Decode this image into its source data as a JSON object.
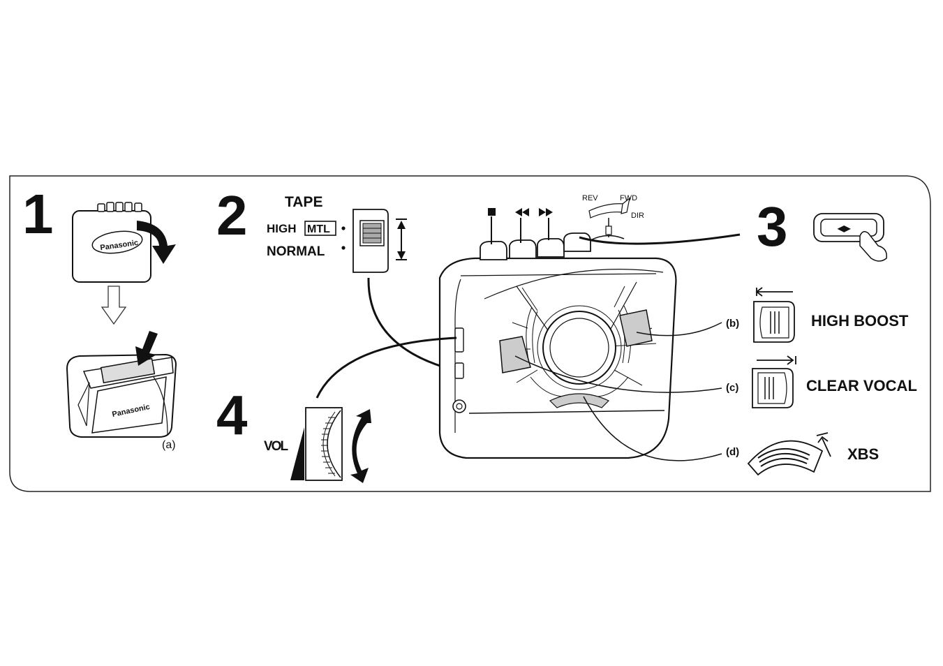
{
  "steps": {
    "step1": "1",
    "step2": "2",
    "step3": "3",
    "step4": "4"
  },
  "step1": {
    "brand_top": "Panasonic",
    "brand_bottom": "Panasonic",
    "callout_a": "(a)"
  },
  "step2": {
    "tape_title": "TAPE",
    "high": "HIGH",
    "mtl": "MTL",
    "normal": "NORMAL"
  },
  "controls": {
    "rev": "REV",
    "fwd": "FWD",
    "dir": "DIR"
  },
  "step3": {
    "button_glyph": "◀▶"
  },
  "step4": {
    "vol": "VOL"
  },
  "features": {
    "b_tag": "(b)",
    "b_label": "HIGH BOOST",
    "c_tag": "(c)",
    "c_label": "CLEAR VOCAL",
    "d_tag": "(d)",
    "d_label": "XBS"
  },
  "icons": [
    "stop-icon",
    "rewind-icon",
    "fast-forward-icon",
    "direction-switch-icon",
    "pressing-finger-icon"
  ]
}
